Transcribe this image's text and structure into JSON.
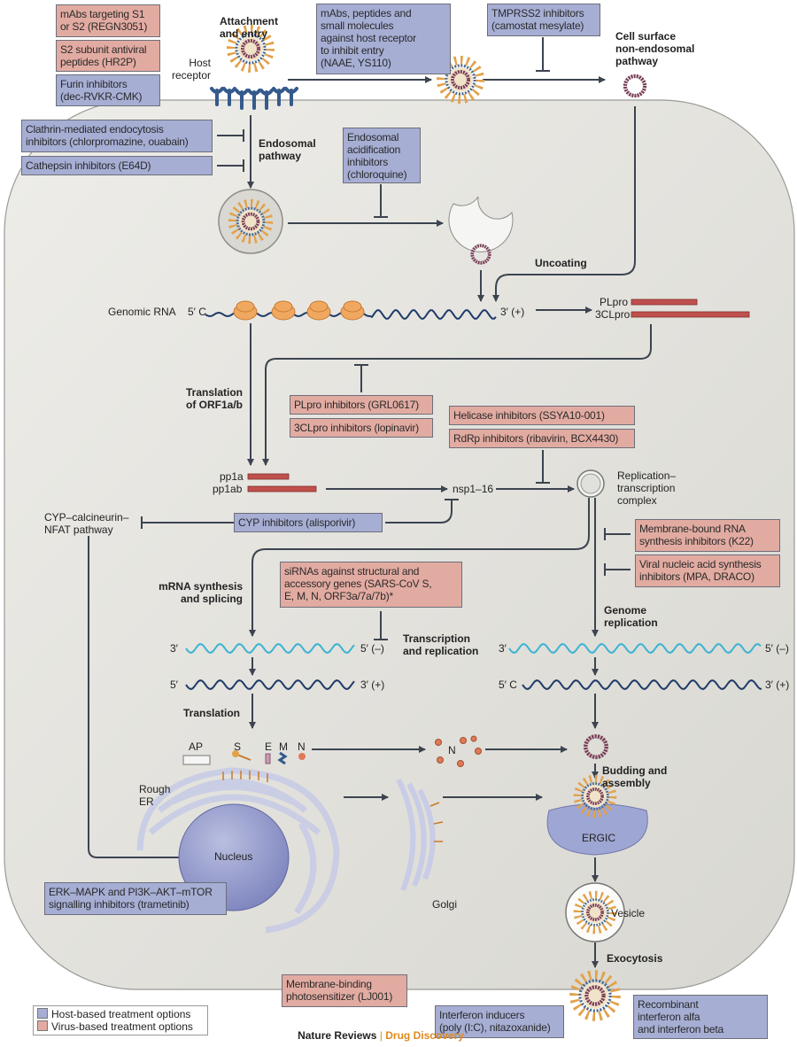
{
  "colors": {
    "host_box": "#a6aed4",
    "virus_box": "#e2aba1",
    "cell": "#e3e2dd",
    "positive_rna": "#1f3a68",
    "negative_rna": "#3bb3d3",
    "protein_bar": "#c0504d",
    "journal_accent": "#e08a1e"
  },
  "treatments": {
    "mabs_s1_s2": "mAbs targeting S1\nor S2 (REGN3051)",
    "s2_peptides": "S2 subunit antiviral\npeptides (HR2P)",
    "furin": "Furin inhibitors\n(dec-RVKR-CMK)",
    "clathrin": "Clathrin-mediated endocytosis\ninhibitors (chlorpromazine, ouabain)",
    "cathepsin": "Cathepsin inhibitors (E64D)",
    "host_receptor_blockers": "mAbs, peptides and\nsmall molecules\nagainst host receptor\nto inhibit entry\n(NAAE, YS110)",
    "tmprss2": "TMPRSS2 inhibitors\n(camostat mesylate)",
    "acidification": "Endosomal\nacidification\ninhibitors\n(chloroquine)",
    "plpro": "PLpro inhibitors (GRL0617)",
    "clpro": "3CLpro inhibitors (lopinavir)",
    "helicase": "Helicase inhibitors (SSYA10-001)",
    "rdrp": "RdRp inhibitors (ribavirin, BCX4430)",
    "cyp": "CYP inhibitors (alisporivir)",
    "membrane_rna": "Membrane-bound RNA\nsynthesis inhibitors (K22)",
    "nucleic_acid": "Viral nucleic acid synthesis\ninhibitors (MPA, DRACO)",
    "sirna": "siRNAs against structural and\naccessory genes (SARS-CoV S,\nE, M, N, ORF3a/7a/7b)*",
    "erk_mapk": "ERK–MAPK and PI3K–AKT–mTOR\nsignalling inhibitors (trametinib)",
    "photosensitizer": "Membrane-binding\nphotosensitizer (LJ001)",
    "interferon_inducers": "Interferon inducers\n(poly (I:C), nitazoxanide)",
    "recombinant_interferon": "Recombinant\ninterferon alfa\nand interferon beta"
  },
  "labels": {
    "attachment": "Attachment\nand entry",
    "host_receptor": "Host\nreceptor",
    "cell_surface": "Cell surface\nnon-endosomal\npathway",
    "endosomal": "Endosomal\npathway",
    "uncoating": "Uncoating",
    "genomic_rna": "Genomic RNA",
    "genomic_5c": "5′ C",
    "genomic_3p": "3′ (+)",
    "plpro": "PLpro",
    "clpro": "3CLpro",
    "translation_orf": "Translation\nof ORF1a/b",
    "pp1a": "pp1a",
    "pp1ab": "pp1ab",
    "nsp": "nsp1–16",
    "rtc": "Replication–\ntranscription\ncomplex",
    "cyp_pathway": "CYP–calcineurin–\nNFAT pathway",
    "mrna_synthesis": "mRNA synthesis\nand splicing",
    "genome_replication": "Genome\nreplication",
    "transcription": "Transcription\nand replication",
    "left_neg_3": "3′",
    "left_neg_5": "5′ (–)",
    "left_pos_5": "5′",
    "left_pos_3": "3′ (+)",
    "right_neg_3": "3′",
    "right_neg_5": "5′ (–)",
    "right_pos_5": "5′ C",
    "right_pos_3": "3′ (+)",
    "translation": "Translation",
    "ap": "AP",
    "s": "S",
    "e": "E",
    "m": "M",
    "n": "N",
    "n_free": "N",
    "budding": "Budding and\nassembly",
    "rough_er": "Rough\nER",
    "nucleus": "Nucleus",
    "ergic": "ERGIC",
    "golgi": "Golgi",
    "vesicle": "Vesicle",
    "exocytosis": "Exocytosis"
  },
  "legend": {
    "host": "Host-based treatment options",
    "virus": "Virus-based treatment options"
  },
  "footer": {
    "publisher": "Nature Reviews",
    "separator": " | ",
    "journal": "Drug Discovery"
  }
}
